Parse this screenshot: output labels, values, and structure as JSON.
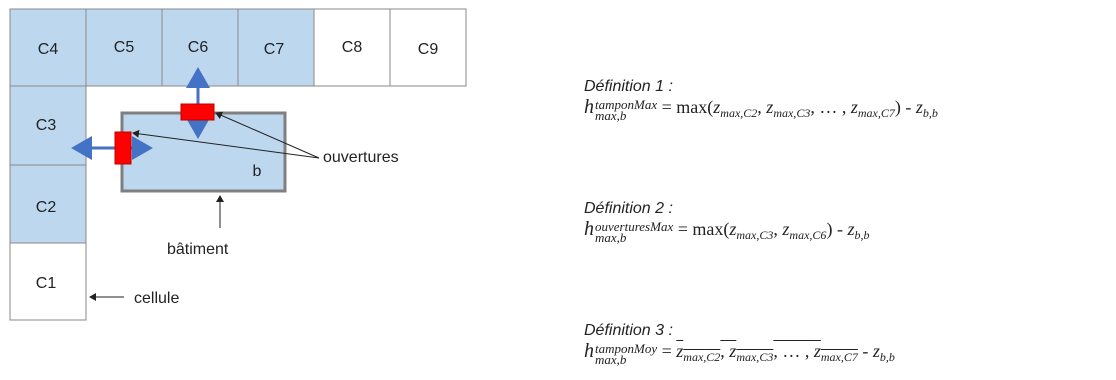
{
  "diagram": {
    "cells_top": [
      "C4",
      "C5",
      "C6",
      "C7",
      "C8",
      "C9"
    ],
    "cells_left": [
      "C3",
      "C2",
      "C1"
    ],
    "building_label": "b",
    "label_openings": "ouvertures",
    "label_building": "bâtiment",
    "label_cell": "cellule",
    "colors": {
      "cell_fill": "#bdd7ee",
      "cell_stroke": "#8a8a8a",
      "building_fill": "#bdd7ee",
      "building_stroke": "#7f7f7f",
      "opening": "#ff0000",
      "arrow": "#4472c4"
    }
  },
  "definitions": [
    {
      "title": "Définition 1 :",
      "sup": "tamponMax",
      "sub": "max,b",
      "func": "max",
      "args": [
        "C2",
        "C3",
        "C7"
      ],
      "minus": "- ",
      "zb": "b,b"
    },
    {
      "title": "Définition 2 :",
      "sup": "ouverturesMax",
      "sub": "max,b",
      "func": "max",
      "args": [
        "C3",
        "C6"
      ],
      "minus": "- ",
      "zb": "b,b"
    },
    {
      "title": "Définition 3 :",
      "sup": "tamponMoy",
      "sub": "max,b",
      "args": [
        "C2",
        "C3",
        "C7"
      ],
      "minus": "- ",
      "zb": "b,b"
    }
  ]
}
